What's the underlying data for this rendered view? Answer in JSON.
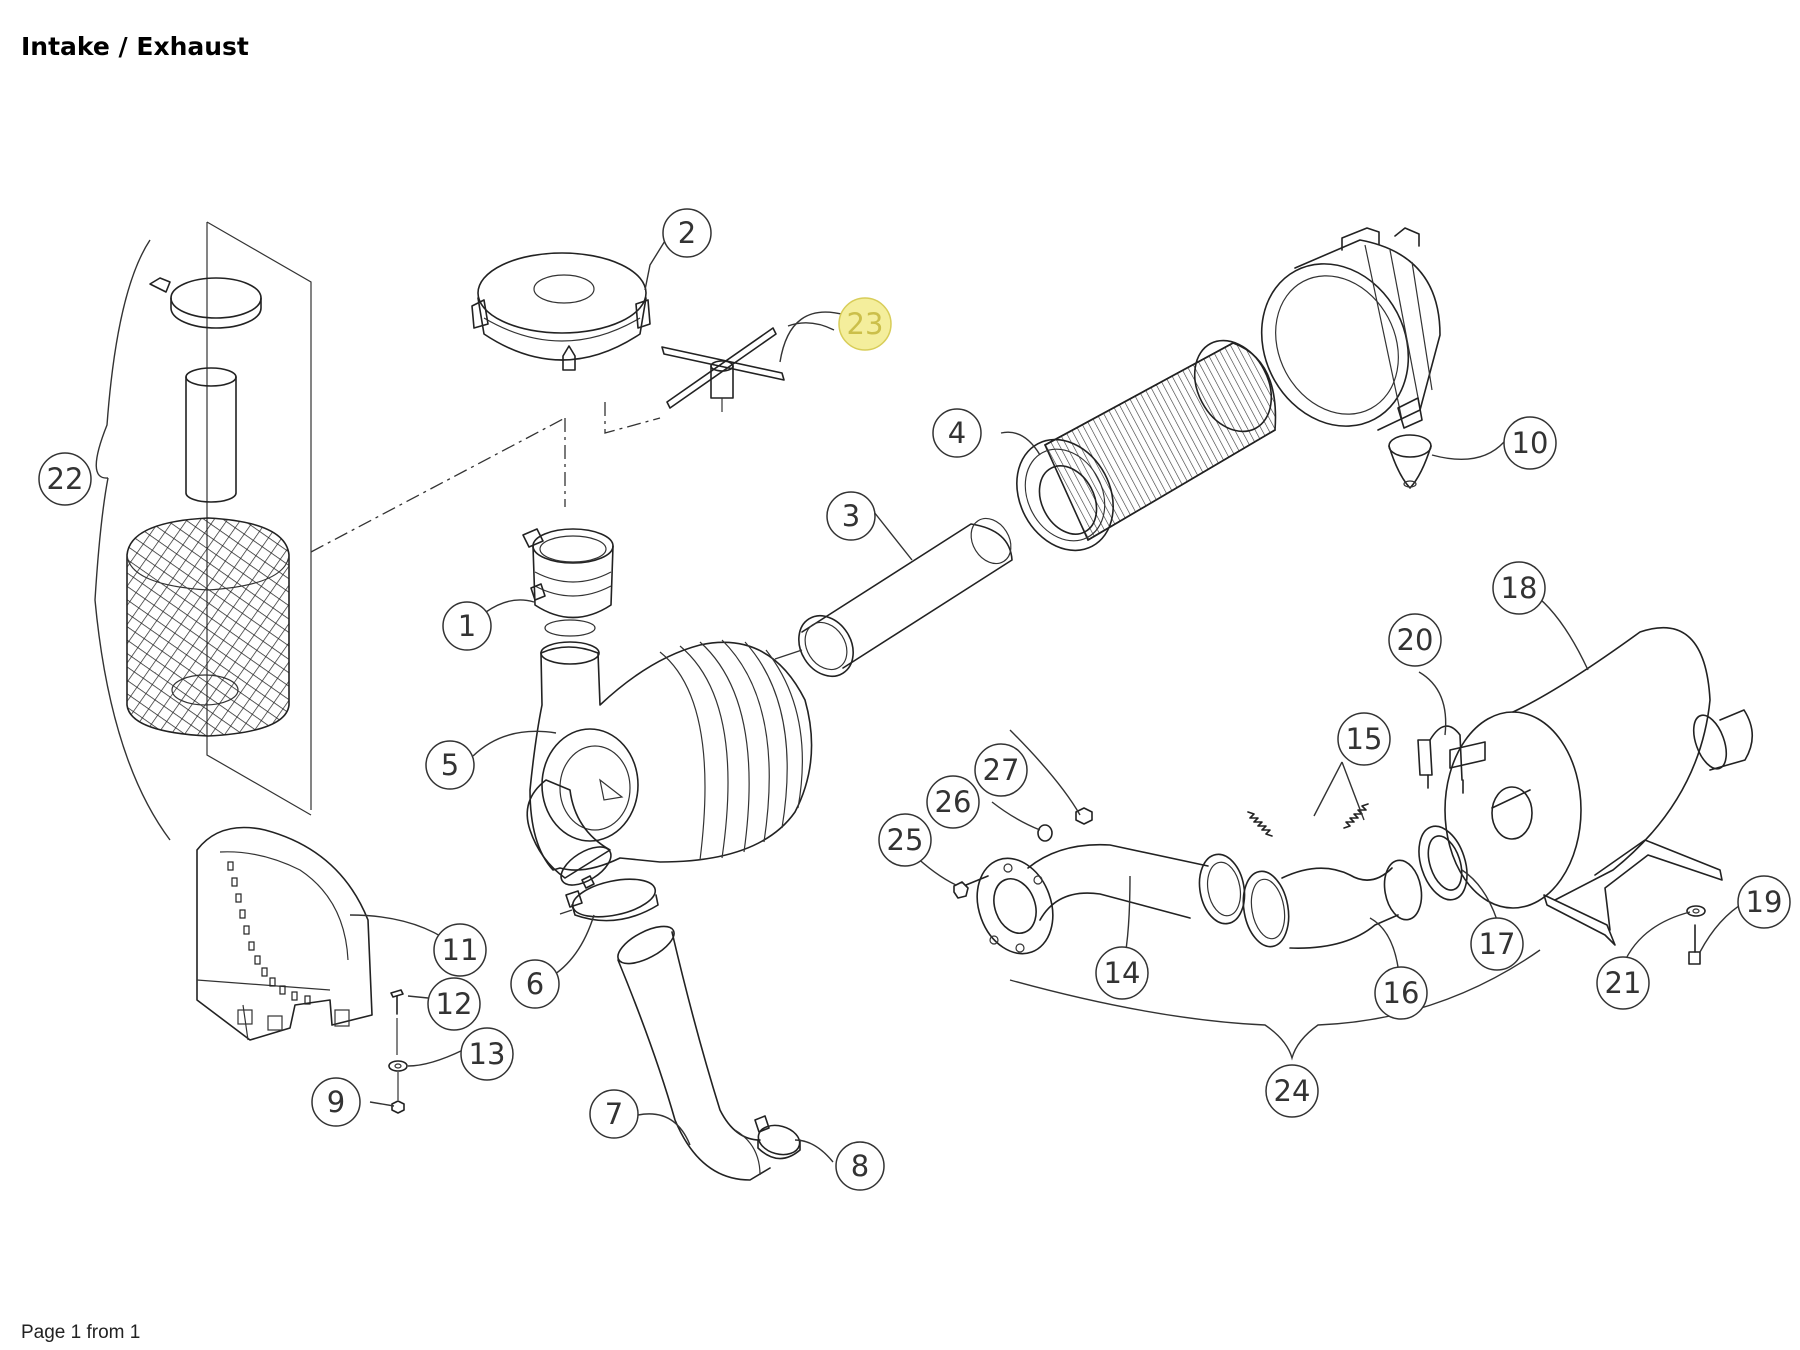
{
  "page": {
    "title": "Intake / Exhaust",
    "footer": "Page 1 from 1"
  },
  "callouts": [
    {
      "label": "1"
    },
    {
      "label": "2"
    },
    {
      "label": "3"
    },
    {
      "label": "4"
    },
    {
      "label": "5"
    },
    {
      "label": "6"
    },
    {
      "label": "7"
    },
    {
      "label": "8"
    },
    {
      "label": "9"
    },
    {
      "label": "10"
    },
    {
      "label": "11"
    },
    {
      "label": "12"
    },
    {
      "label": "13"
    },
    {
      "label": "14"
    },
    {
      "label": "15"
    },
    {
      "label": "16"
    },
    {
      "label": "17"
    },
    {
      "label": "18"
    },
    {
      "label": "19"
    },
    {
      "label": "20"
    },
    {
      "label": "21"
    },
    {
      "label": "22"
    },
    {
      "label": "23",
      "highlighted": true
    },
    {
      "label": "24"
    },
    {
      "label": "25"
    },
    {
      "label": "26"
    },
    {
      "label": "27"
    }
  ],
  "colors": {
    "line": "#222222",
    "highlight_fill": "#f4ee9c",
    "highlight_text": "#cbbf4a"
  }
}
